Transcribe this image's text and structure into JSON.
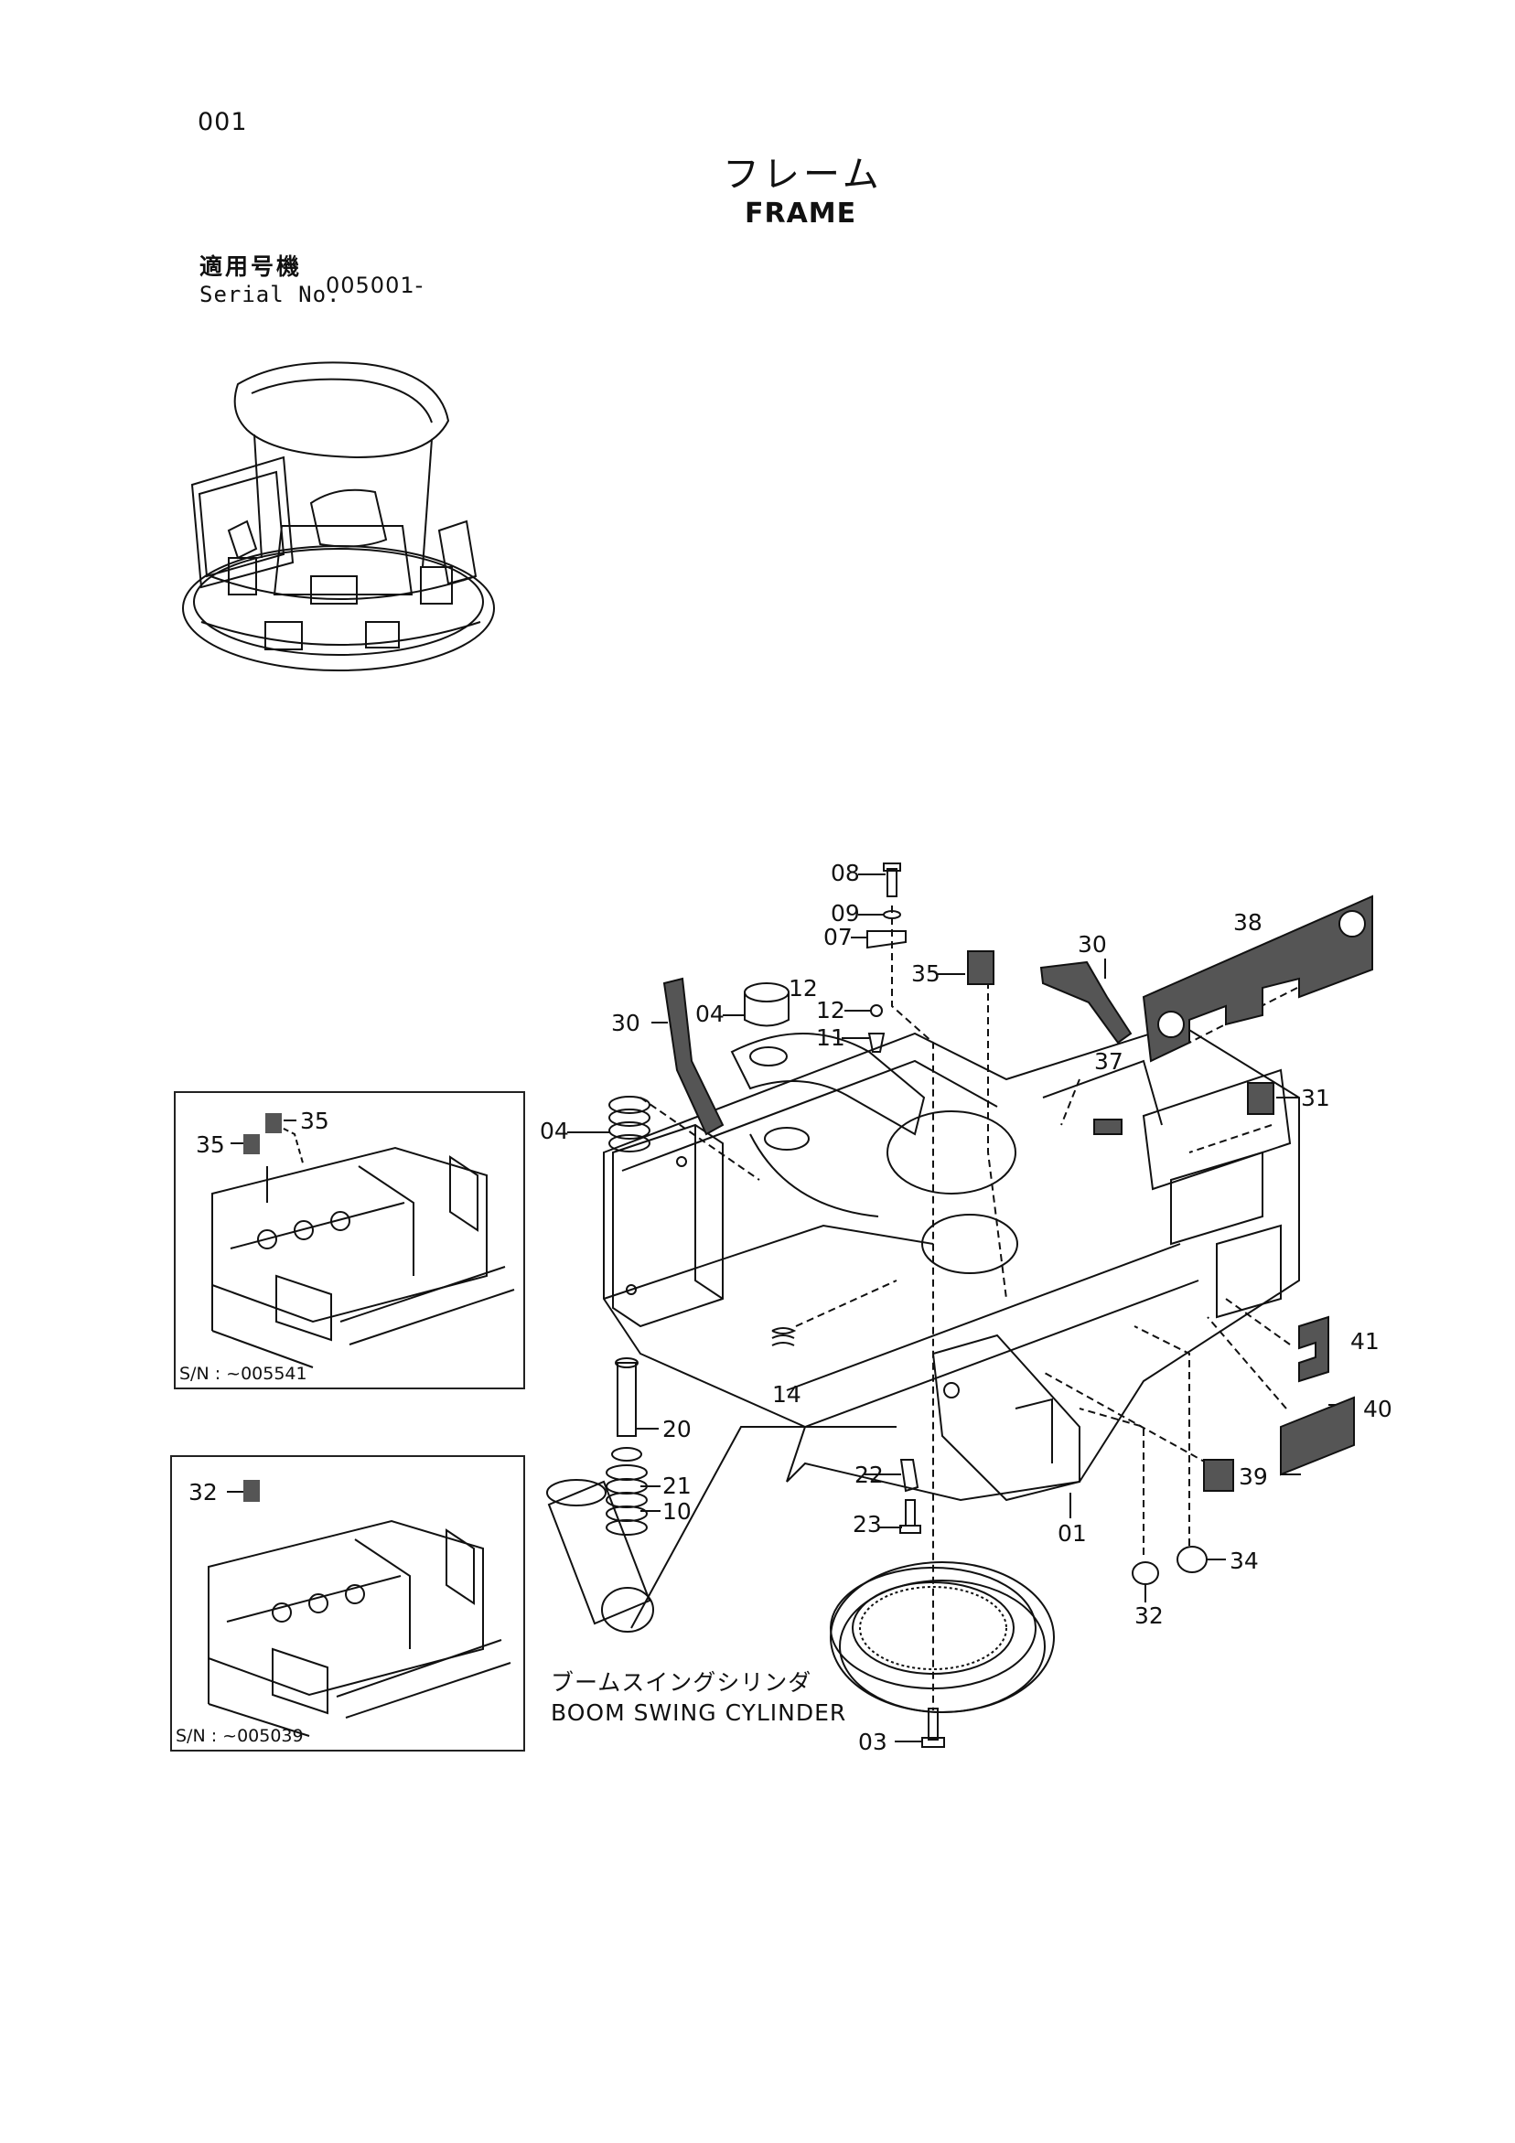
{
  "page": {
    "page_number": "001",
    "title_jp": "フレーム",
    "title_en": "FRAME",
    "serial_label_jp": "適用号機",
    "serial_label_en": "Serial No.",
    "serial_value": "005001-"
  },
  "insets": [
    {
      "label": "S/N : ~005541",
      "callouts": [
        "35",
        "35"
      ]
    },
    {
      "label": "S/N : ~005039",
      "callouts": [
        "32"
      ]
    }
  ],
  "caption": {
    "jp": "ブームスイングシリンダ",
    "en": "BOOM SWING CYLINDER"
  },
  "callouts": {
    "c08": "08",
    "c09": "09",
    "c07": "07",
    "c35": "35",
    "c30a": "30",
    "c38": "38",
    "c30b": "30",
    "c04a": "04",
    "c12a": "12",
    "c12b": "12",
    "c11": "11",
    "c37": "37",
    "c31": "31",
    "c04b": "04",
    "c41": "41",
    "c40": "40",
    "c14": "14",
    "c20": "20",
    "c21": "21",
    "c10": "10",
    "c22": "22",
    "c39": "39",
    "c23": "23",
    "c01": "01",
    "c34": "34",
    "c32": "32",
    "c03": "03"
  },
  "colors": {
    "ink": "#111111",
    "paper": "#ffffff",
    "hatch": "#555555"
  }
}
